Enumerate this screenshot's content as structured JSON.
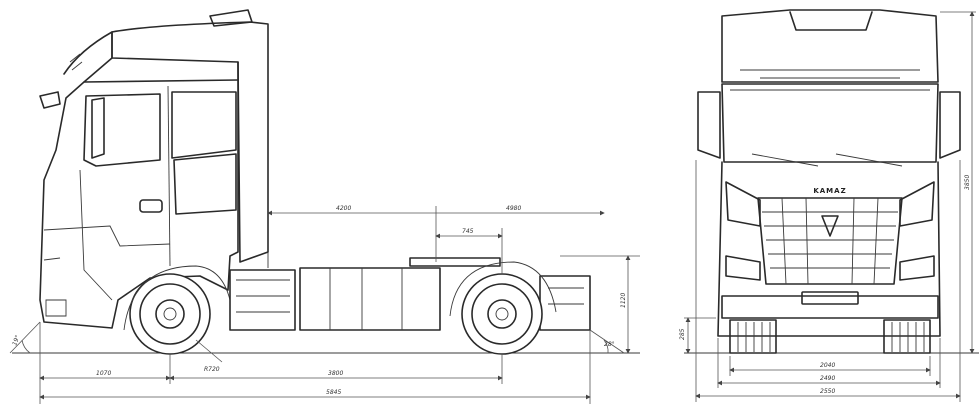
{
  "side_view": {
    "dims": {
      "d_4200": "4200",
      "d_4980": "4980",
      "d_745": "745",
      "d_1120": "1120",
      "d_1070": "1070",
      "d_3800": "3800",
      "d_5845": "5845",
      "d_r720": "R720",
      "a_front": "19°",
      "a_rear": "28°"
    }
  },
  "front_view": {
    "brand": "KAMAZ",
    "dims": {
      "d_2040": "2040",
      "d_2490": "2490",
      "d_2550": "2550",
      "d_ground": "285",
      "d_height": "3850"
    }
  }
}
